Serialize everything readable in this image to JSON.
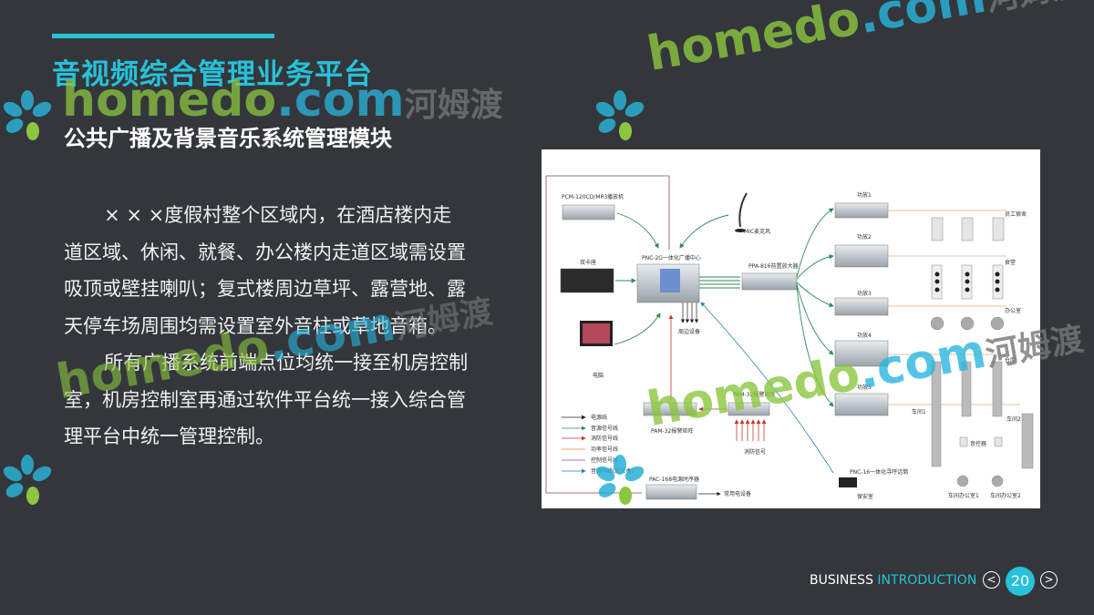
{
  "slide": {
    "title": "音视频综合管理业务平台",
    "subtitle": "公共广播及背景音乐系统管理模块",
    "paragraphs": [
      "× × ×度假村整个区域内，在酒店楼内走道区域、休闲、就餐、办公楼内走道区域需设置吸顶或壁挂喇叭；复式楼周边草坪、露营地、露天停车场周围均需设置室外音柱或草地音箱。",
      "所有广播系统前端点位均统一接至机房控制室，机房控制室再通过软件平台统一接入综合管理平台中统一管理控制。"
    ]
  },
  "diagram": {
    "devices": {
      "cd_player": "PCM-120CD/MP3播放机",
      "cassette": "双卡座",
      "computer": "电脑",
      "center": "PNC-2G一体化广播中心",
      "mic": "MIC麦克风",
      "preamp": "PPA-816前置放大器",
      "peripheral": "周边设备",
      "amp1": "功放1",
      "amp2": "功放2",
      "amp3": "功放3",
      "amp4": "功放4",
      "amp5": "功放5",
      "alarm_matrix_top": "PAM-32报警矩阵",
      "alarm_matrix": "PAM-32报警矩阵",
      "fire_signal": "消防信号",
      "paging": "PNC-16一体化寻呼话筒",
      "security_room": "保安室",
      "sequencer": "PAC-168电源时序器",
      "common_equipment": "常用电设备"
    },
    "zones": {
      "dorm": "员工宿舍",
      "canteen": "食堂",
      "office": "办公室",
      "warehouse": "仓库",
      "workshop1": "车间1",
      "workshop2": "车间2",
      "volume": "音控器",
      "ws_office1": "车间办公室1",
      "ws_office2": "车间办公室2"
    },
    "legend": [
      {
        "label": "电源线",
        "color": "#222222"
      },
      {
        "label": "音源信号线",
        "color": "#2e8b57"
      },
      {
        "label": "消防信号线",
        "color": "#c0392b"
      },
      {
        "label": "功率信号线",
        "color": "#e08a3c"
      },
      {
        "label": "控制信号线",
        "color": "#8e44ad"
      },
      {
        "label": "音源网络(超五类)",
        "color": "#2980b9"
      }
    ]
  },
  "watermark": {
    "en": "homedo",
    "dot": ".com",
    "cn": "河姆渡"
  },
  "footer": {
    "business": "BUSINESS",
    "introduction": "INTRODUCTION",
    "page_number": "20",
    "prev_icon": "chevron-left-circle-icon",
    "next_icon": "chevron-right-circle-icon"
  },
  "colors": {
    "accent": "#27c1d9",
    "background": "#33373b"
  }
}
